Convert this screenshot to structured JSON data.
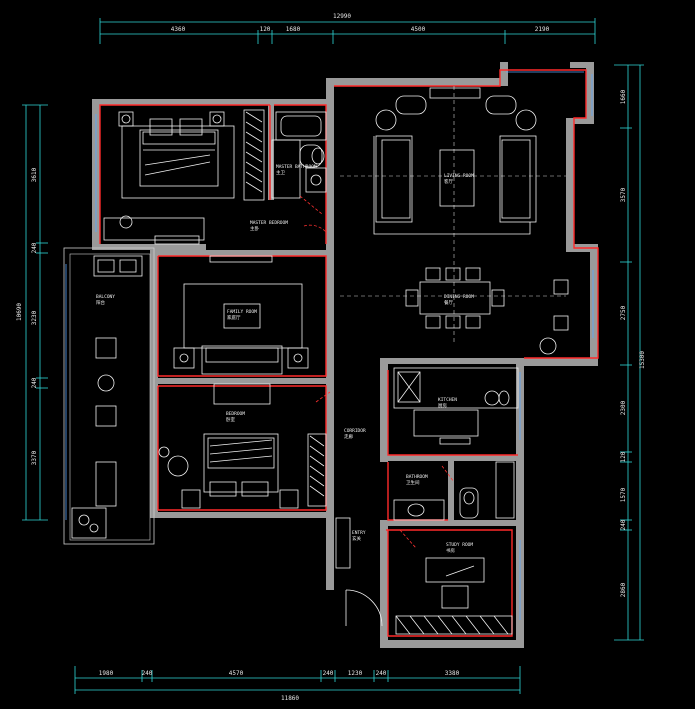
{
  "dimensions": {
    "top_total": "12990",
    "top": [
      "4360",
      "120",
      "1680",
      "4500",
      "2190"
    ],
    "bottom_total": "11860",
    "bottom": [
      "1980",
      "240",
      "4570",
      "240",
      "1230",
      "240",
      "3380"
    ],
    "left_total": "10690",
    "left": [
      "3610",
      "240",
      "3230",
      "240",
      "3370"
    ],
    "right_total": "15300",
    "right": [
      "1660",
      "3570",
      "2750",
      "2300",
      "120",
      "1570",
      "240",
      "2860"
    ]
  },
  "rooms": [
    {
      "key": "master_bed",
      "name": "MASTER BEDROOM",
      "sub": "主卧"
    },
    {
      "key": "master_bath",
      "name": "MASTER BATHROOM",
      "sub": "主卫"
    },
    {
      "key": "living",
      "name": "LIVING ROOM",
      "sub": "客厅"
    },
    {
      "key": "dining",
      "name": "DINING ROOM",
      "sub": "餐厅"
    },
    {
      "key": "family",
      "name": "FAMILY ROOM",
      "sub": "家庭厅"
    },
    {
      "key": "balcony",
      "name": "BALCONY",
      "sub": "阳台"
    },
    {
      "key": "bedroom",
      "name": "BEDROOM",
      "sub": "卧室"
    },
    {
      "key": "kitchen",
      "name": "KITCHEN",
      "sub": "厨房"
    },
    {
      "key": "corridor",
      "name": "CORRIDOR",
      "sub": "走廊"
    },
    {
      "key": "bathroom",
      "name": "BATHROOM",
      "sub": "卫生间"
    },
    {
      "key": "study",
      "name": "STUDY ROOM",
      "sub": "书房"
    },
    {
      "key": "entry",
      "name": "ENTRY",
      "sub": "玄关"
    }
  ],
  "colors": {
    "wall": "#9a9a9a",
    "wall_edge": "#ff2a2a",
    "dimension": "#2fd7d7",
    "furniture": "#f2f2f2",
    "background": "#000000"
  }
}
